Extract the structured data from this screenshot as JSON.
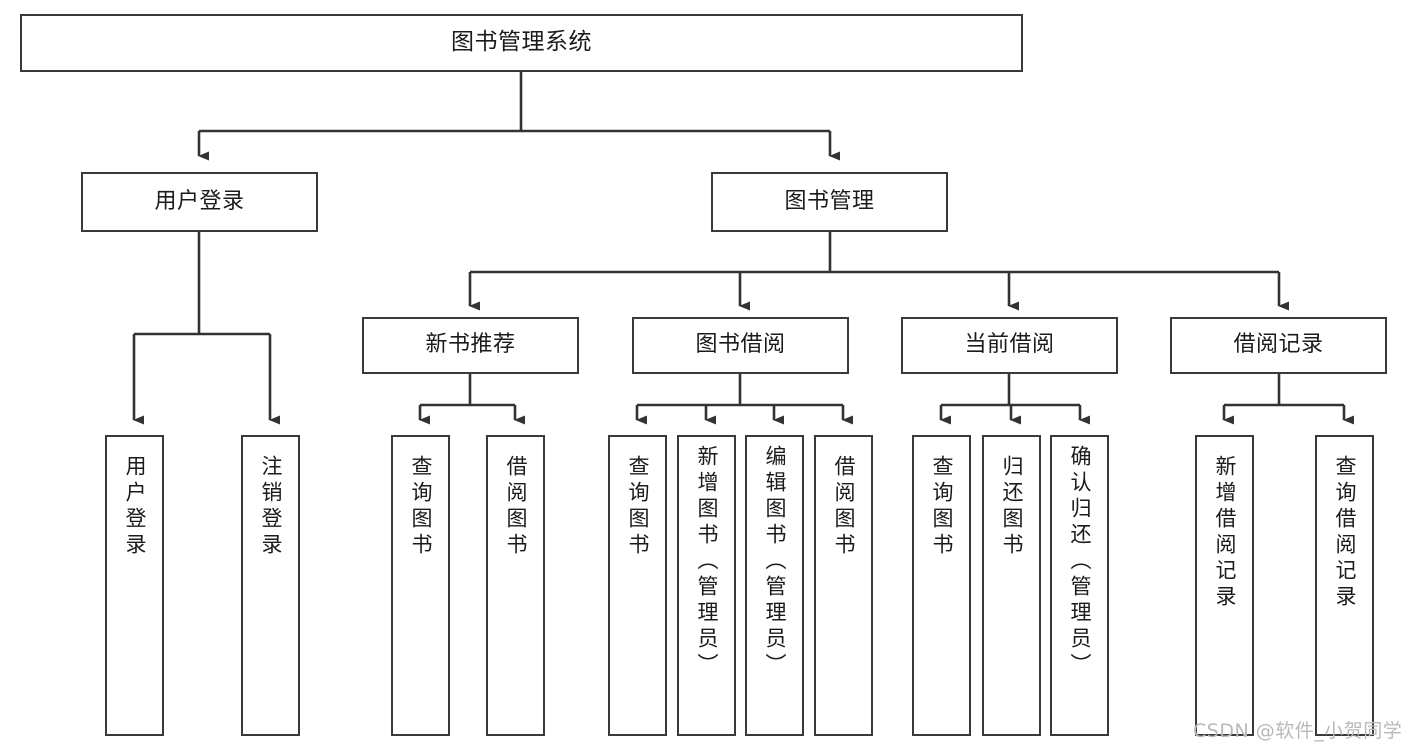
{
  "diagram": {
    "title": "图书管理系统",
    "type": "tree-hierarchy",
    "watermark": "CSDN @软件_小贺同学",
    "colors": {
      "box_border": "#3a3a3a",
      "box_fill": "#ffffff",
      "connector": "#333333",
      "text": "#1b1b1b",
      "watermark": "#b9b9b9"
    },
    "nodes": {
      "root": {
        "label": "图书管理系统"
      },
      "level1": [
        {
          "id": "user-login",
          "label": "用户登录"
        },
        {
          "id": "book-management",
          "label": "图书管理"
        }
      ],
      "level2": [
        {
          "id": "new-book-recommend",
          "label": "新书推荐"
        },
        {
          "id": "book-borrow",
          "label": "图书借阅"
        },
        {
          "id": "current-borrow",
          "label": "当前借阅"
        },
        {
          "id": "borrow-record",
          "label": "借阅记录"
        }
      ],
      "leaves": {
        "user_login": [
          {
            "id": "leaf-user-login",
            "label": "用户登录"
          },
          {
            "id": "leaf-user-logout",
            "label": "注销登录"
          }
        ],
        "new_book_recommend": [
          {
            "id": "leaf-query-book-1",
            "label": "查询图书"
          },
          {
            "id": "leaf-borrow-book-1",
            "label": "借阅图书"
          }
        ],
        "book_borrow": [
          {
            "id": "leaf-query-book-2",
            "label": "查询图书"
          },
          {
            "id": "leaf-add-book",
            "label": "新增图书（管理员）"
          },
          {
            "id": "leaf-edit-book",
            "label": "编辑图书（管理员）"
          },
          {
            "id": "leaf-borrow-book-2",
            "label": "借阅图书"
          }
        ],
        "current_borrow": [
          {
            "id": "leaf-query-book-3",
            "label": "查询图书"
          },
          {
            "id": "leaf-return-book",
            "label": "归还图书"
          },
          {
            "id": "leaf-confirm-return",
            "label": "确认归还（管理员）"
          }
        ],
        "borrow_record": [
          {
            "id": "leaf-add-record",
            "label": "新增借阅记录"
          },
          {
            "id": "leaf-query-record",
            "label": "查询借阅记录"
          }
        ]
      }
    }
  }
}
